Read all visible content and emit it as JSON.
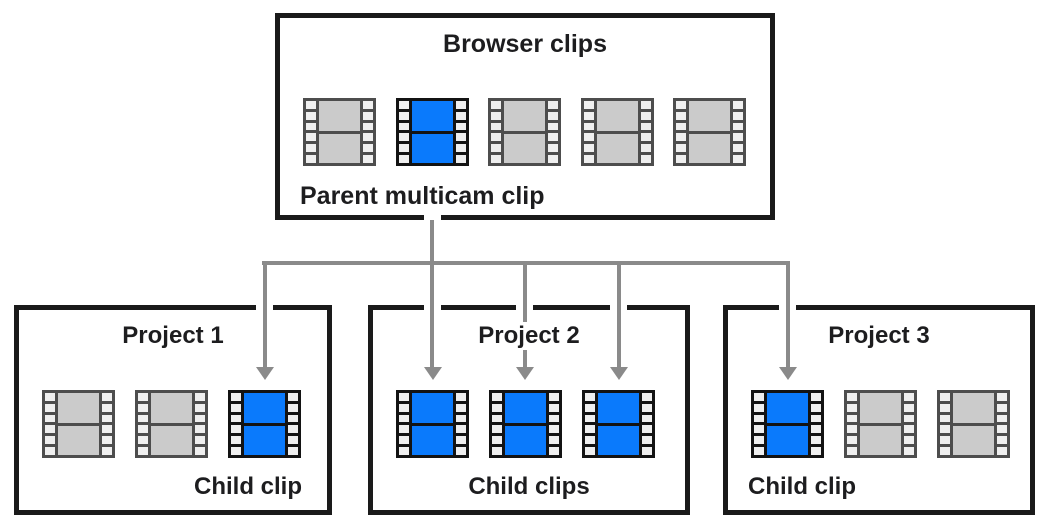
{
  "diagram": {
    "browser_box": {
      "title": "Browser clips",
      "label": "Parent multicam clip",
      "clips": [
        "gray",
        "blue",
        "gray",
        "gray",
        "gray"
      ]
    },
    "projects": [
      {
        "title": "Project 1",
        "label": "Child clip",
        "clips": [
          "gray",
          "gray",
          "blue"
        ]
      },
      {
        "title": "Project 2",
        "label": "Child clips",
        "clips": [
          "blue",
          "blue",
          "blue"
        ]
      },
      {
        "title": "Project 3",
        "label": "Child clip",
        "clips": [
          "blue",
          "gray",
          "gray"
        ]
      }
    ],
    "icons": {
      "film_clip": "film-clip-icon",
      "arrow": "down-arrow-icon"
    },
    "colors": {
      "background": "#ffffff",
      "box_border": "#1a1a1a",
      "connector": "#8a8a8a",
      "text": "#1d1d1f",
      "clip_blue": "#0a7afc",
      "clip_blue_border": "#131313",
      "clip_gray": "#cbcbcb",
      "clip_gray_border": "#4d4d4d",
      "sprocket_hole": "#efefef"
    }
  }
}
